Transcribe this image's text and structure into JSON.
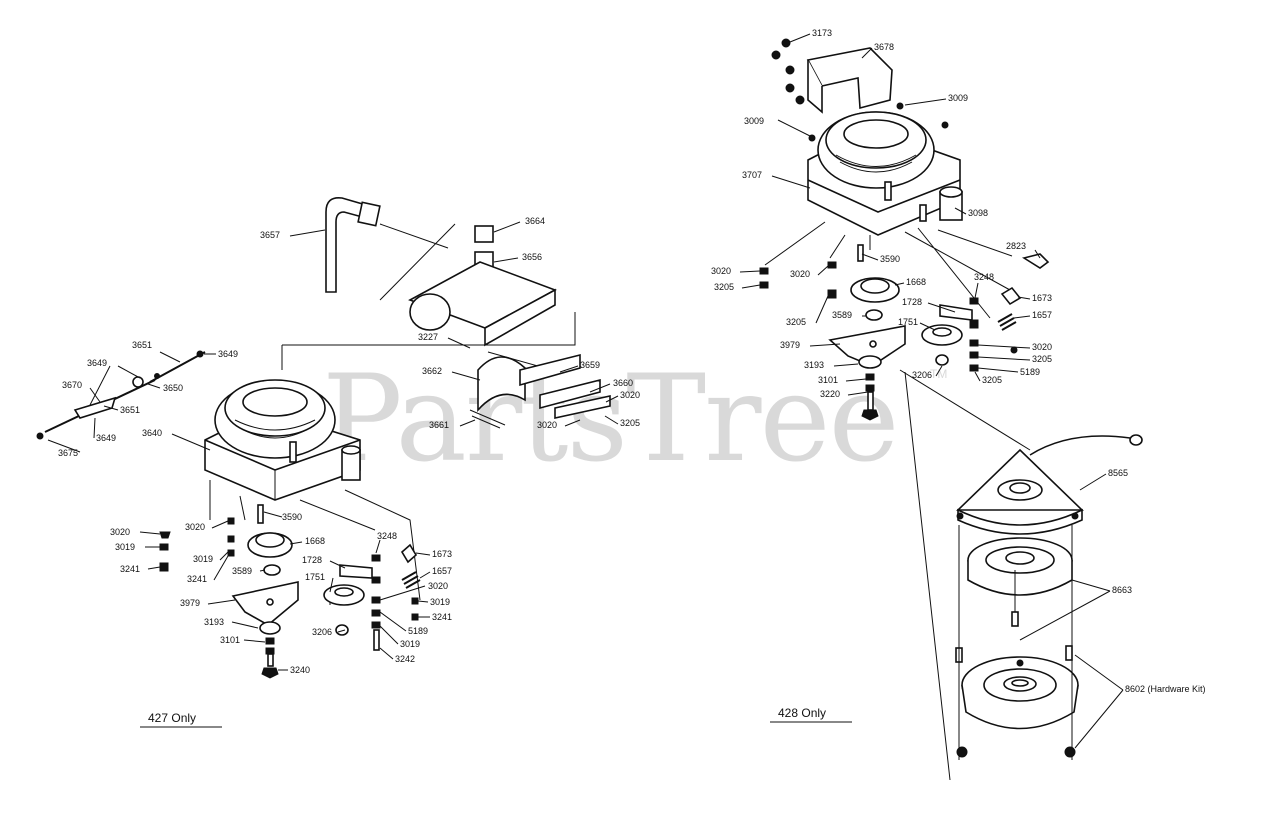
{
  "watermark": {
    "text": "PartsTree",
    "tm": "TM"
  },
  "captions": {
    "left": "427 Only",
    "right": "428 Only"
  },
  "left_labels": {
    "p3657": "3657",
    "p3664": "3664",
    "p3656": "3656",
    "p3651a": "3651",
    "p3649a": "3649",
    "p3649b": "3649",
    "p3670": "3670",
    "p3650": "3650",
    "p3651b": "3651",
    "p3649c": "3649",
    "p3675": "3675",
    "p3640": "3640",
    "p3227": "3227",
    "p3659": "3659",
    "p3662": "3662",
    "p3660": "3660",
    "p3020a": "3020",
    "p3205a": "3205",
    "p3020b": "3020",
    "p3661": "3661",
    "p3020c": "3020",
    "p3019a": "3019",
    "p3241a": "3241",
    "p3020d": "3020",
    "p3019b": "3019",
    "p3241b": "3241",
    "p3590": "3590",
    "p1668": "1668",
    "p3589": "3589",
    "p3979": "3979",
    "p3193": "3193",
    "p3101": "3101",
    "p3240": "3240",
    "p3248": "3248",
    "p1673": "1673",
    "p1728": "1728",
    "p1657": "1657",
    "p1751": "1751",
    "p3020e": "3020",
    "p3019c": "3019",
    "p3241c": "3241",
    "p3206": "3206",
    "p5189": "5189",
    "p3019d": "3019",
    "p3242": "3242"
  },
  "right_labels": {
    "p3173": "3173",
    "p3678": "3678",
    "p3009a": "3009",
    "p3009b": "3009",
    "p3707": "3707",
    "p3098": "3098",
    "p2823": "2823",
    "p3020a": "3020",
    "p3205a": "3205",
    "p3020b": "3020",
    "p3590": "3590",
    "p1668": "1668",
    "p3248": "3248",
    "p1673": "1673",
    "p3205b": "3205",
    "p1728": "1728",
    "p1657": "1657",
    "p3589": "3589",
    "p1751": "1751",
    "p3979": "3979",
    "p3020c": "3020",
    "p3205c": "3205",
    "p5189": "5189",
    "p3193": "3193",
    "p3206": "3206",
    "p3205d": "3205",
    "p3101": "3101",
    "p3220": "3220",
    "p8565": "8565",
    "p8663": "8663",
    "p8602": "8602 (Hardware Kit)"
  }
}
